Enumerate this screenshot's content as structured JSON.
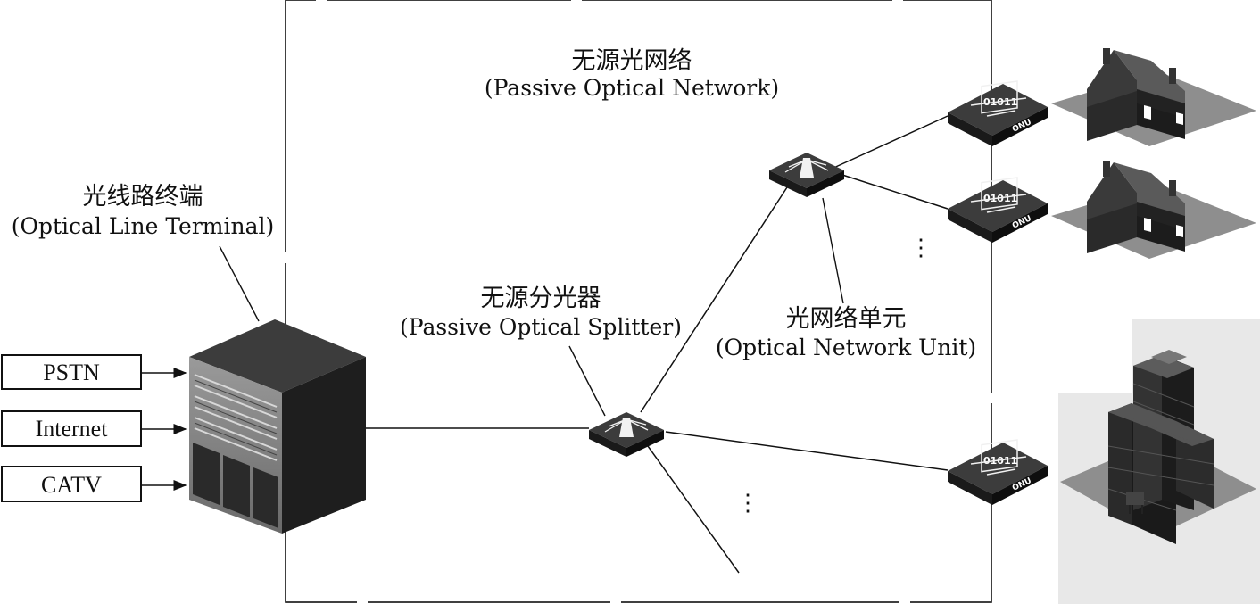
{
  "title": {
    "cn": "无源光网络",
    "en": "(Passive Optical Network)"
  },
  "olt": {
    "cn": "光线路终端",
    "en": "(Optical Line Terminal)"
  },
  "splitter": {
    "cn": "无源分光器",
    "en": "(Passive Optical Splitter)"
  },
  "onu": {
    "cn": "光网络单元",
    "en": "(Optical Network Unit)",
    "device_code": "01011",
    "device_tag": "ONU"
  },
  "inputs": [
    "PSTN",
    "Internet",
    "CATV"
  ],
  "ellipsis": "⋮",
  "colors": {
    "device_top": "#3c3c3c",
    "device_side": "#1e1e1e",
    "house_side": "#2a2a2a",
    "ground": "#8e8e8e",
    "building_bg": "#e8e8e8"
  }
}
